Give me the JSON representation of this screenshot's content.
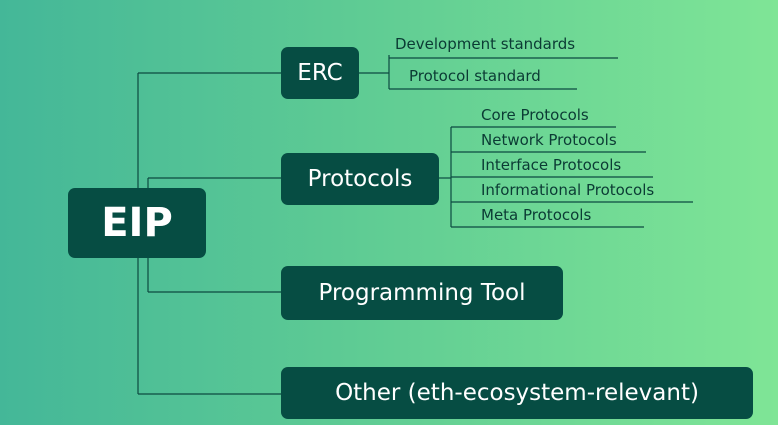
{
  "diagram": {
    "root": {
      "label": "EIP"
    },
    "branches": [
      {
        "label": "ERC",
        "children": [
          "Development standards",
          "Protocol standard"
        ]
      },
      {
        "label": "Protocols",
        "children": [
          "Core Protocols",
          "Network Protocols",
          "Interface Protocols",
          "Informational Protocols",
          "Meta Protocols"
        ]
      },
      {
        "label": "Programming Tool",
        "children": []
      },
      {
        "label": "Other (eth-ecosystem-relevant)",
        "children": []
      }
    ]
  },
  "colors": {
    "background_left": "#44b798",
    "background_right": "#7fe596",
    "box_fill": "#064d43",
    "box_text": "#ffffff",
    "connector": "#0c4a40",
    "leaf_text": "#0b3b34"
  }
}
